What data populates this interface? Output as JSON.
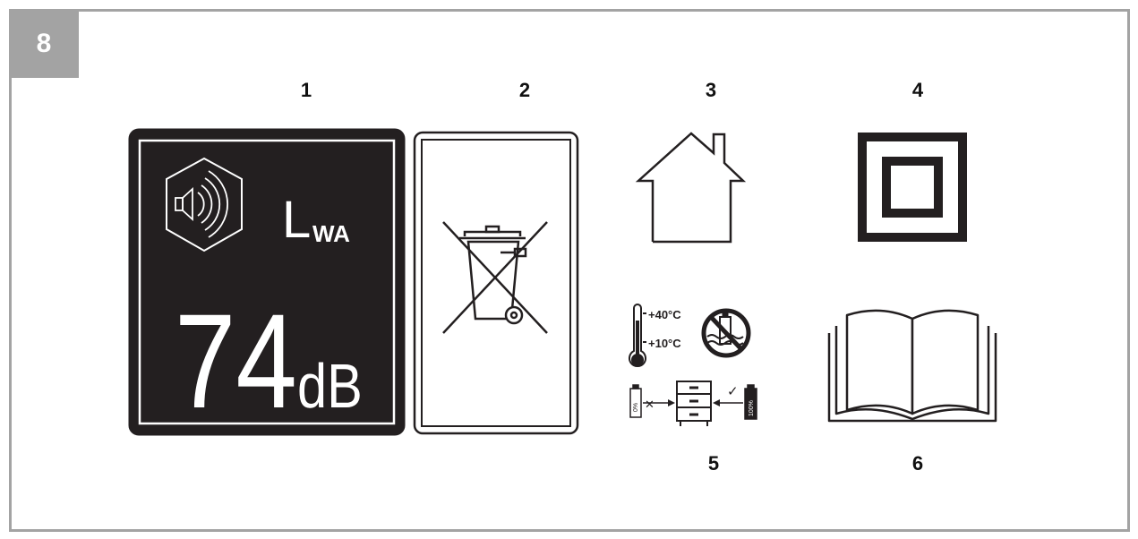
{
  "section": {
    "number": "8"
  },
  "symbols": [
    {
      "id": "1",
      "label": "1"
    },
    {
      "id": "2",
      "label": "2"
    },
    {
      "id": "3",
      "label": "3"
    },
    {
      "id": "4",
      "label": "4"
    },
    {
      "id": "5",
      "label": "5"
    },
    {
      "id": "6",
      "label": "6"
    }
  ],
  "sound_label": {
    "l": "L",
    "wa": "WA",
    "value": "74",
    "unit": "dB"
  },
  "battery_storage": {
    "temp_high": "+40°C",
    "temp_low": "+10°C",
    "charge_empty": "0%",
    "charge_full": "100%",
    "reject_mark": "✕",
    "accept_mark": "✓"
  }
}
